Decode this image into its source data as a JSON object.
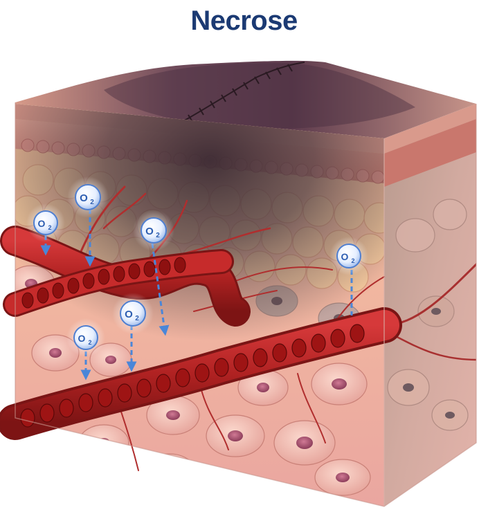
{
  "title": "Necrose",
  "oxygen_label": {
    "main": "O",
    "sub": "2"
  },
  "colors": {
    "title": "#1b3a73",
    "vessel": "#b8282a",
    "vessel_dark": "#7a1515",
    "rbc": "#c21e1e",
    "oxygen_bubble": "#3f6fc4",
    "oxygen_arrow": "#4a86d8",
    "necrosis": "#4a3842",
    "healthy_tissue": "#f2b9a0",
    "fat_tissue": "#f4c48f",
    "epidermis": "#c98a7c"
  },
  "icons": [
    "oxygen-molecule-icon",
    "oxygen-diffusion-arrow",
    "suture-icon"
  ]
}
